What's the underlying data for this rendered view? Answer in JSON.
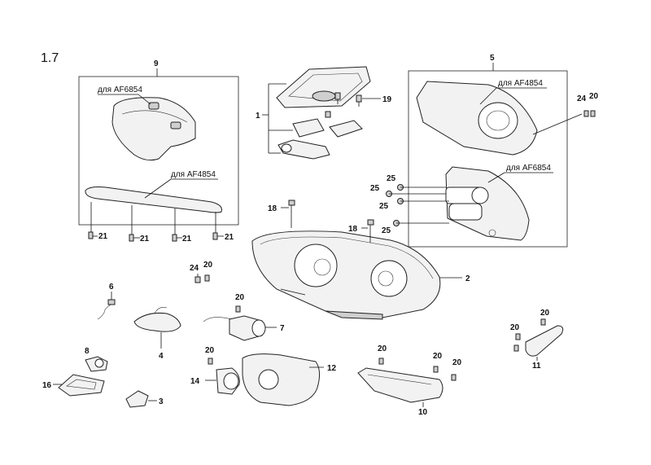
{
  "section_number": "1.7",
  "notes": {
    "n9_af6854": "для AF6854",
    "n9_af4854": "для AF4854",
    "n5_af4854": "для AF4854",
    "n5_af6854": "для AF6854"
  },
  "callouts": {
    "c1": "1",
    "c2": "2",
    "c3": "3",
    "c4": "4",
    "c5": "5",
    "c6": "6",
    "c7": "7",
    "c8": "8",
    "c9": "9",
    "c10": "10",
    "c11": "11",
    "c12": "12",
    "c14": "14",
    "c16": "16",
    "c18a": "18",
    "c18b": "18",
    "c19": "19",
    "c20a": "20",
    "c20b": "20",
    "c20c": "20",
    "c20d": "20",
    "c20e": "20",
    "c20f": "20",
    "c20g": "20",
    "c20h": "20",
    "c20i": "20",
    "c21a": "21",
    "c21b": "21",
    "c21c": "21",
    "c21d": "21",
    "c24a": "24",
    "c24b": "24",
    "c25a": "25",
    "c25b": "25",
    "c25c": "25",
    "c25d": "25"
  }
}
